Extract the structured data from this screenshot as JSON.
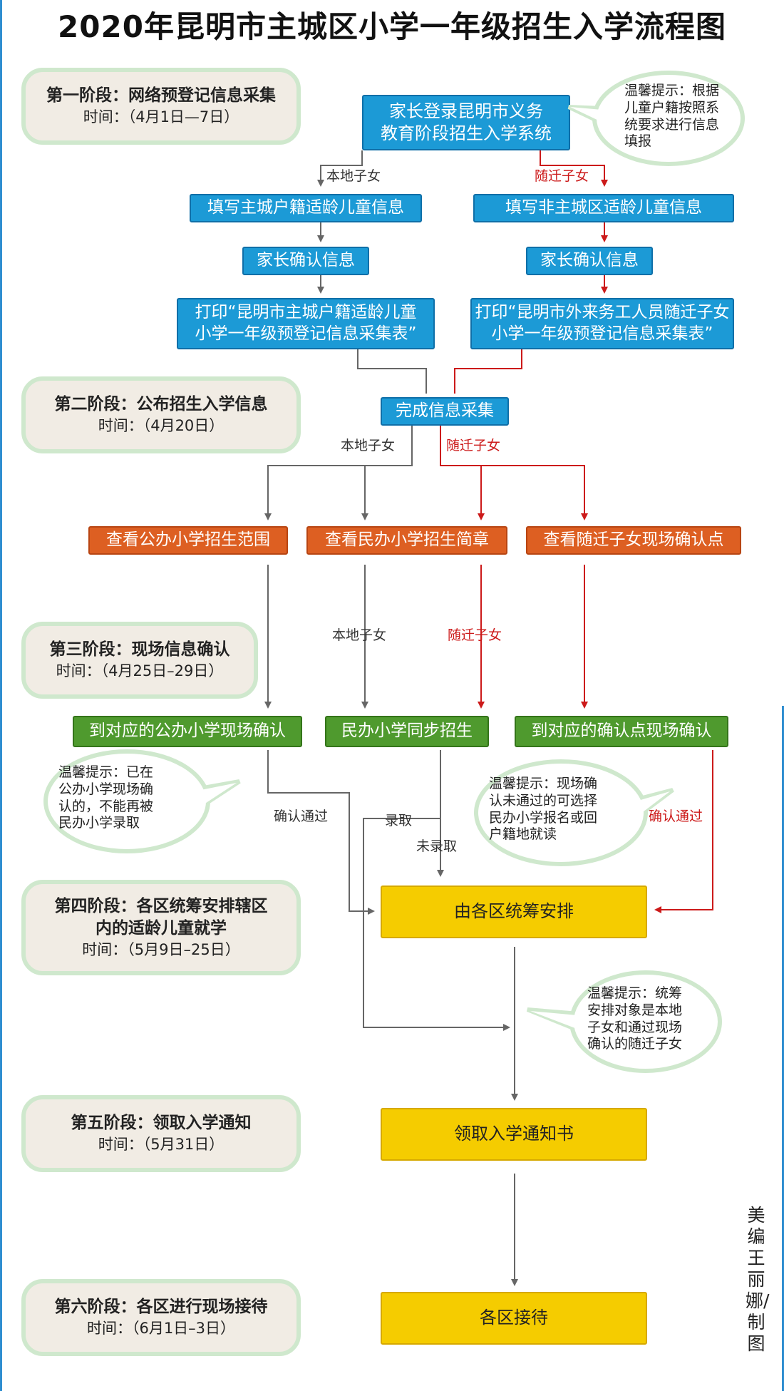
{
  "title": "2020年昆明市主城区小学一年级招生入学流程图",
  "stages": [
    {
      "title": "第一阶段：网络预登记信息采集",
      "time": "时间：（4月1日—7日）"
    },
    {
      "title": "第二阶段：公布招生入学信息",
      "time": "时间：（4月20日）"
    },
    {
      "title": "第三阶段：现场信息确认",
      "time": "时间：（4月25日–29日）"
    },
    {
      "title": "第四阶段：各区统筹安排辖区\n内的适龄儿童就学",
      "time": "时间：（5月9日–25日）"
    },
    {
      "title": "第五阶段：领取入学通知",
      "time": "时间：（5月31日）"
    },
    {
      "title": "第六阶段：各区进行现场接待",
      "time": "时间：（6月1日–3日）"
    }
  ],
  "nodes": {
    "login": "家长登录昆明市义务\n教育阶段招生入学系统",
    "fill_local": "填写主城户籍适龄儿童信息",
    "fill_migrant": "填写非主城区适龄儿童信息",
    "confirm_local": "家长确认信息",
    "confirm_migrant": "家长确认信息",
    "print_local": "打印“昆明市主城户籍适龄儿童\n小学一年级预登记信息采集表”",
    "print_migrant": "打印“昆明市外来务工人员随迁子女\n小学一年级预登记信息采集表”",
    "complete": "完成信息采集",
    "view_public": "查看公办小学招生范围",
    "view_private": "查看民办小学招生简章",
    "view_migrant": "查看随迁子女现场确认点",
    "go_public": "到对应的公办小学现场确认",
    "private_sync": "民办小学同步招生",
    "go_point": "到对应的确认点现场确认",
    "district": "由各区统筹安排",
    "notice": "领取入学通知书",
    "reception": "各区接待"
  },
  "labels": {
    "local": "本地子女",
    "migrant": "随迁子女",
    "confirm_pass": "确认通过",
    "admitted": "录取",
    "not_admitted": "未录取"
  },
  "tips": {
    "tip1": "温馨提示：根据\n儿童户籍按照系\n统要求进行信息\n填报",
    "tip2": "温馨提示：已在\n公办小学现场确\n认的，不能再被\n民办小学录取",
    "tip3": "温馨提示：现场确\n认未通过的可选择\n民办小学报名或回\n户籍地就读",
    "tip4": "温馨提示：统筹\n安排对象是本地\n子女和通过现场\n确认的随迁子女"
  },
  "credit": "美编王丽娜/制图",
  "colors": {
    "blue": "#1c9ad6",
    "orange": "#dd5f22",
    "green": "#4f9a2e",
    "yellow": "#f5cc00",
    "local_line": "#666666",
    "migrant_line": "#cc1a1a"
  }
}
